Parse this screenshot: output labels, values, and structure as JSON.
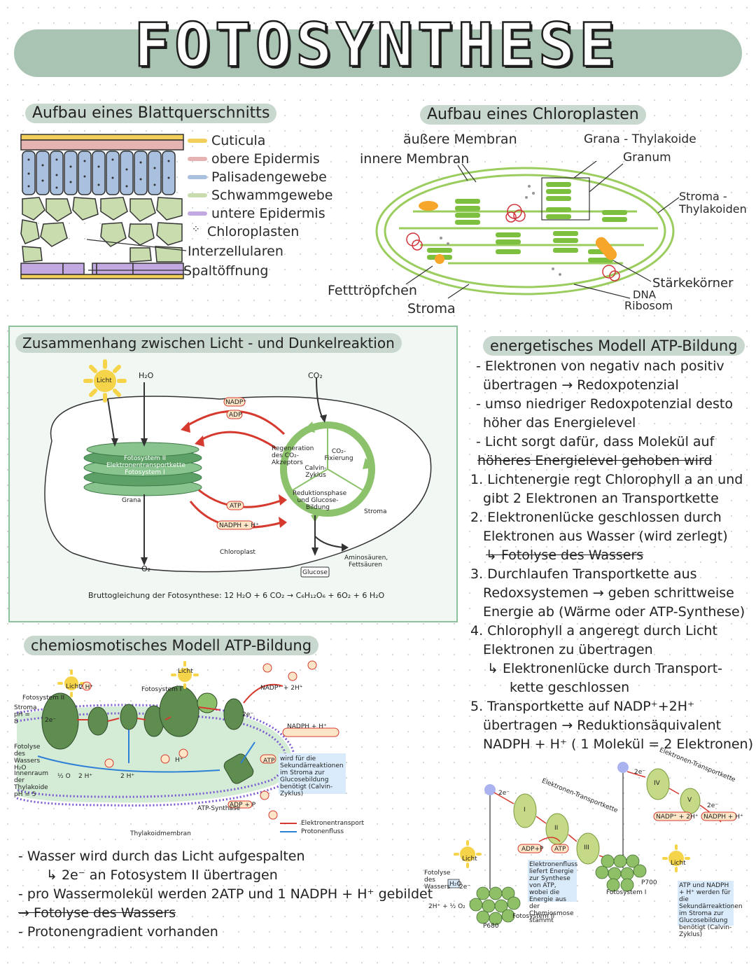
{
  "title": "FOTOSYNTHESE",
  "leaf": {
    "heading": "Aufbau eines Blattquerschnitts",
    "legend": [
      {
        "label": "Cuticula",
        "color": "#f2cf5a"
      },
      {
        "label": "obere Epidermis",
        "color": "#e6b3b3"
      },
      {
        "label": "Palisadengewebe",
        "color": "#a9c0df"
      },
      {
        "label": "Schwammgewebe",
        "color": "#c8dcae"
      },
      {
        "label": "untere Epidermis",
        "color": "#c3a9e2"
      }
    ],
    "chloroplast_legend": "Chloroplasten",
    "intercellular": "Interzellularen",
    "stoma": "Spaltöffnung"
  },
  "chloroplast": {
    "heading": "Aufbau eines Chloroplasten",
    "outer_membrane": "äußere Membran",
    "inner_membrane": "innere Membran",
    "grana_thylakoid": "Grana - Thylakoide",
    "granum": "Granum",
    "stroma_thylakoid": "Stroma - Thylakoiden",
    "starch": "Stärkekörner",
    "dna": "DNA",
    "ribosome": "Ribosom",
    "lipid": "Fetttröpfchen",
    "stroma": "Stroma"
  },
  "light_dark": {
    "heading": "Zusammenhang zwischen Licht - und Dunkelreaktion",
    "light": "Licht",
    "h2o": "H₂O",
    "co2": "CO₂",
    "o2": "O₂",
    "nadp": "NADP⁺",
    "adp": "ADP",
    "atp": "ATP",
    "nadph": "NADPH + H⁺",
    "fs2": "Fotosystem II",
    "etc": "Elektronentransportkette",
    "fs1": "Fotosystem I",
    "grana": "Grana",
    "regen": "Regeneration des CO₂-Akzeptors",
    "fix": "CO₂-Fixierung",
    "calvin": "Calvin-Zyklus",
    "reduction": "Reduktionsphase und Glucose-Bildung",
    "stroma": "Stroma",
    "chloroplast": "Chloroplast",
    "glucose": "Glucose",
    "amino": "Aminosäuren, Fettsäuren",
    "equation": "Bruttogleichung der Fotosynthese: 12 H₂O + 6 CO₂ → C₆H₁₂O₆ + 6O₂ + 6 H₂O"
  },
  "energetic": {
    "heading": "energetisches Modell ATP-Bildung",
    "lines": [
      "- Elektronen von negativ nach positiv",
      "  übertragen → Redoxpotenzial",
      "- umso niedriger Redoxpotenzial desto",
      "  höher das Energielevel",
      "- Licht sorgt dafür, dass Molekül auf",
      "  höheres Energielevel gehoben wird",
      "1. Lichtenergie regt Chlorophyll a an und",
      "   gibt 2 Elektronen an Transportkette",
      "2. Elektronenlücke geschlossen durch",
      "   Elektronen aus Wasser (wird zerlegt)",
      "   ↳ Fotolyse des Wassers",
      "3. Durchlaufen Transportkette aus",
      "   Redoxsystemen → geben schrittweise",
      "   Energie ab (Wärme oder ATP-Synthese)",
      "4. Chlorophyll a angeregt durch Licht",
      "   Elektronen zu übertragen",
      "   ↳ Elektronenlücke durch Transport-",
      "     kette geschlossen",
      "5. Transportkette auf NADP⁺+2H⁺",
      "   übertragen → Reduktionsäquivalent",
      "   NADPH + H⁺ ( 1 Molekül = 2 Elektronen)"
    ]
  },
  "chemiosmotic": {
    "heading": "chemiosmotisches Modell ATP-Bildung",
    "fs2": "Fotosystem II",
    "fs1": "Fotosystem I",
    "light": "Licht",
    "stroma_ph": "Stroma pH = 8",
    "photolysis": "Fotolyse des Wassers H₂O",
    "lumen": "Innenraum der Thylakoide pH = 5",
    "nadp_2h": "NADP⁺ + 2H⁺",
    "nadph": "NADPH + H⁺",
    "atp": "ATP",
    "adp_p": "ADP + P",
    "synthase": "ATP-Synthase",
    "membrane": "Thylakoidmembran",
    "note": "wird für die Sekundärreaktionen im Stroma zur Glucosebildung benötigt (Calvin-Zyklus)",
    "legend_e": "Elektronentransport",
    "legend_p": "Protonenfluss",
    "half_h2o": "½ O",
    "two_h": "2 H⁺",
    "h": "H⁺",
    "two_e": "2e⁻"
  },
  "bullets": [
    "- Wasser wird durch das Licht aufgespalten",
    "  ↳ 2e⁻ an Fotosystem II übertragen",
    "- pro Wassermolekül werden 2ATP und 1 NADPH + H⁺ gebildet",
    "→ Fotolyse des Wassers",
    "- Protonengradient vorhanden"
  ],
  "zscheme": {
    "etc1": "Elektronen-Transportkette",
    "etc2": "Elektronen-Transportkette",
    "adp": "ADP+P",
    "atp": "ATP",
    "flow_note": "Elektronenfluss liefert Energie zur Synthese von ATP, wobei die Energie aus der Chemiosmose stammt",
    "photolysis": "Fotolyse des Wassers",
    "h2o": "H₂O",
    "products": "2H⁺ + ½ O₂",
    "p680": "P680",
    "p700": "P700",
    "fs2": "Fotosystem II",
    "fs1": "Fotosystem I",
    "light": "Licht",
    "nadp": "NADP⁺ + 2H⁺",
    "nadph": "NADPH + H⁺",
    "note": "ATP und NADPH + H⁺ werden für die Sekundärreaktionen im Stroma zur Glucosebildung benötigt (Calvin-Zyklus)",
    "two_e": "2e⁻",
    "roman": [
      "I",
      "II",
      "III",
      "IV",
      "V"
    ]
  }
}
